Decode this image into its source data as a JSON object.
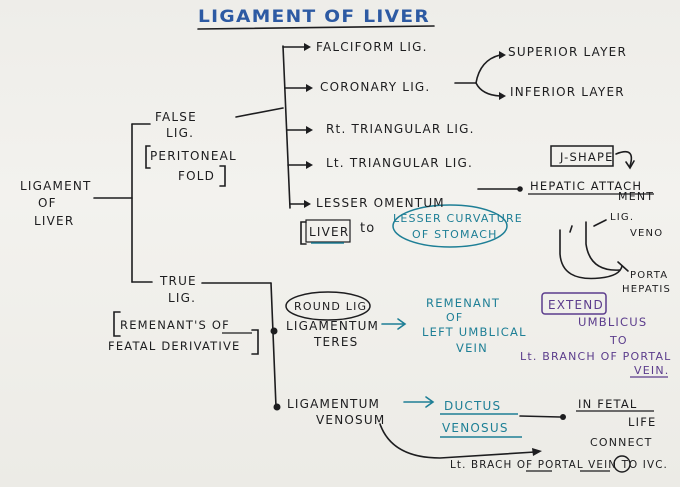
{
  "colors": {
    "ink": "#1d1d1f",
    "blue": "#2d5aa3",
    "teal": "#1e7f96",
    "purple": "#5b3c8c"
  },
  "title": "LIGAMENT OF LIVER",
  "root": "LIGAMENT OF LIVER",
  "false_lig": {
    "label": "FALSE LIG.",
    "note": "PERITONEAL FOLD",
    "falciform": "FALCIFORM LIG.",
    "coronary": "CORONARY LIG.",
    "superior_layer": "SUPERIOR LAYER",
    "inferior_layer": "INFERIOR LAYER",
    "rt_triangular": "Rt. TRIANGULAR LIG.",
    "lt_triangular": "Lt. TRIANGULAR LIG.",
    "lesser_omentum": "LESSER OMENTUM",
    "hepatic_attachment": "HEPATIC ATTACHMENT",
    "j_shape": "J-SHAPE",
    "liver_word": "LIVER",
    "to_word": "to",
    "lesser_curvature": "LESSER CURVATURE OF STOMACH",
    "sketch_lig": "LIG. VENO",
    "sketch_porta": "PORTA HEPATIS"
  },
  "true_lig": {
    "label": "TRUE LIG.",
    "note": "REMENANT'S OF FEATAL DERIVATIVE",
    "round_lig": "ROUND LIG.",
    "teres": "LIGAMENTUM TERES",
    "remnant_umbilical": "REMENANT OF LEFT UMBLICAL VEIN",
    "extend": "EXTEND",
    "umblicus_to": "UMBLICUS TO",
    "lt_branch_portal": "Lt. BRANCH OF PORTAL VEIN.",
    "venosum": "LIGAMENTUM VENOSUM",
    "ductus": "DUCTUS VENOSUS",
    "in_fetal_life": "IN FETAL LIFE",
    "connect": "CONNECT",
    "bottom_line": "Lt. BRACH OF PORTAL VEIN TO IVC."
  }
}
